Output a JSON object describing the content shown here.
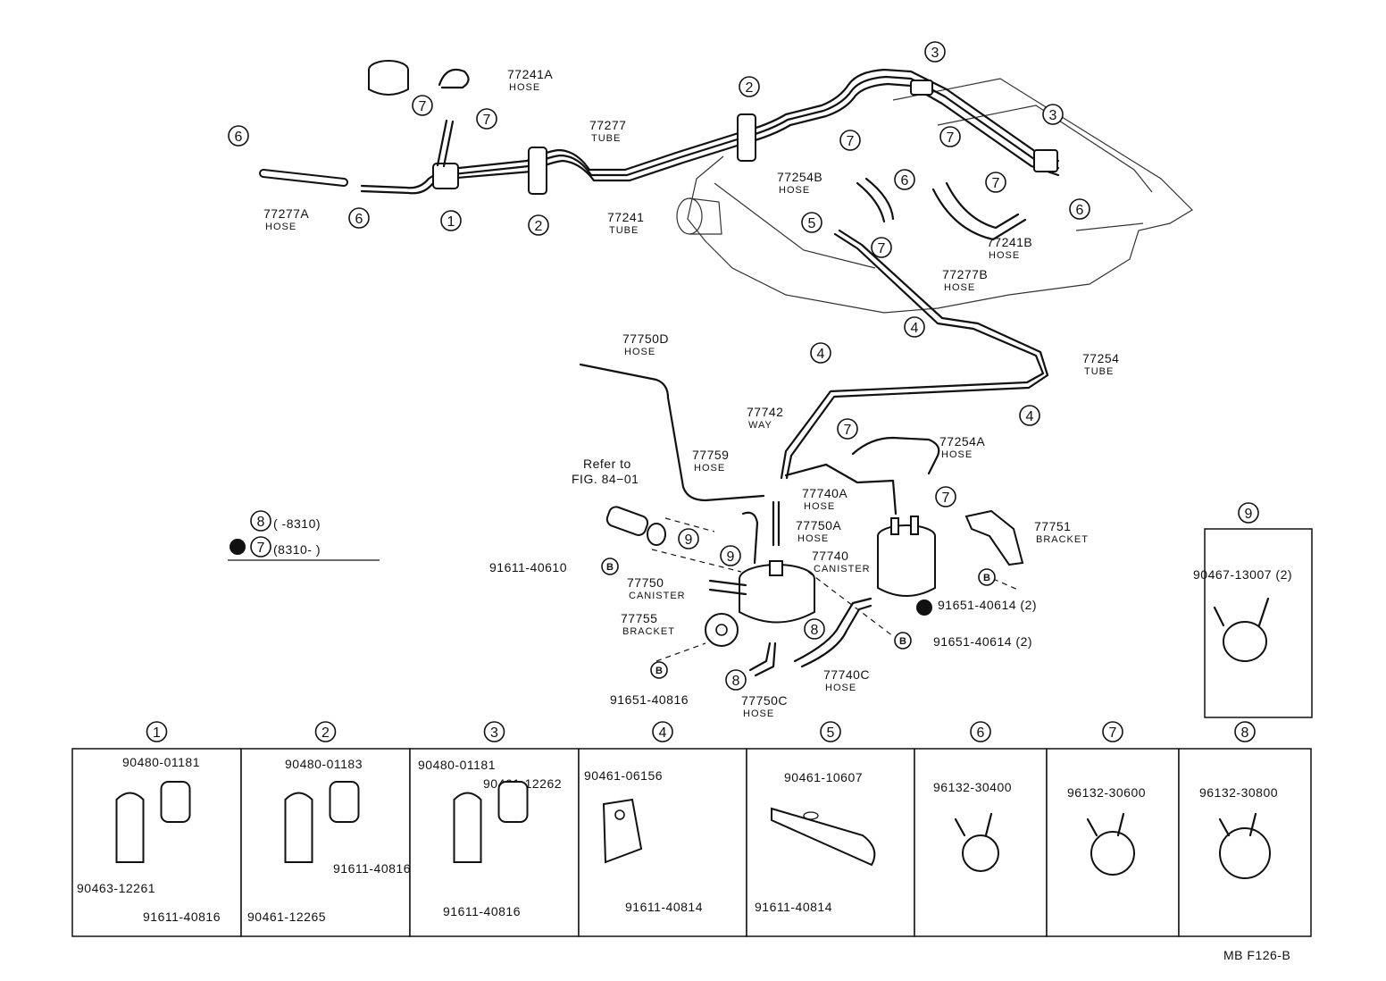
{
  "tube_labels": [
    {
      "num": "77241A",
      "type": "HOSE"
    },
    {
      "num": "77277",
      "type": "TUBE"
    },
    {
      "num": "77254B",
      "type": "HOSE"
    },
    {
      "num": "77277A",
      "type": "HOSE"
    },
    {
      "num": "77241",
      "type": "TUBE"
    },
    {
      "num": "77241B",
      "type": "HOSE"
    },
    {
      "num": "77277B",
      "type": "HOSE"
    },
    {
      "num": "77750D",
      "type": "HOSE"
    },
    {
      "num": "77254",
      "type": "TUBE"
    },
    {
      "num": "77742",
      "type": "WAY"
    },
    {
      "num": "77759",
      "type": "HOSE"
    },
    {
      "num": "77254A",
      "type": "HOSE"
    },
    {
      "num": "77740A",
      "type": "HOSE"
    },
    {
      "num": "77750A",
      "type": "HOSE"
    },
    {
      "num": "77751",
      "type": "BRACKET"
    },
    {
      "num": "77740",
      "type": "CANISTER"
    },
    {
      "num": "77750",
      "type": "CANISTER"
    },
    {
      "num": "77755",
      "type": "BRACKET"
    },
    {
      "num": "77740C",
      "type": "HOSE"
    },
    {
      "num": "77750C",
      "type": "HOSE"
    }
  ],
  "refer": {
    "line1": "Refer to",
    "line2": "FIG. 84−01"
  },
  "bolt_labels": [
    "91611-40610",
    "91651-40614 (2)",
    "91651-40614 (2)",
    "91651-40816"
  ],
  "bolt_mark": "B",
  "legend": {
    "row1_num": "8",
    "row1_text": "(        -8310)",
    "row2_num": "7",
    "row2_text": "(8310-        )"
  },
  "detail9": {
    "num": "9",
    "part": "90467-13007 (2)"
  },
  "detail_panels": [
    {
      "num": "1",
      "parts": [
        "90480-01181",
        "90463-12261",
        "91611-40816"
      ]
    },
    {
      "num": "2",
      "parts": [
        "90480-01183",
        "91611-40816",
        "90461-12265"
      ]
    },
    {
      "num": "3",
      "parts": [
        "90480-01181",
        "90461-12262",
        "91611-40816"
      ]
    },
    {
      "num": "4",
      "parts": [
        "90461-06156",
        "91611-40814"
      ]
    },
    {
      "num": "5",
      "parts": [
        "90461-10607",
        "91611-40814"
      ]
    },
    {
      "num": "6",
      "parts": [
        "96132-30400"
      ]
    },
    {
      "num": "7",
      "parts": [
        "96132-30600"
      ]
    },
    {
      "num": "8",
      "parts": [
        "96132-30800"
      ]
    }
  ],
  "figure_code": "MB F126-B"
}
